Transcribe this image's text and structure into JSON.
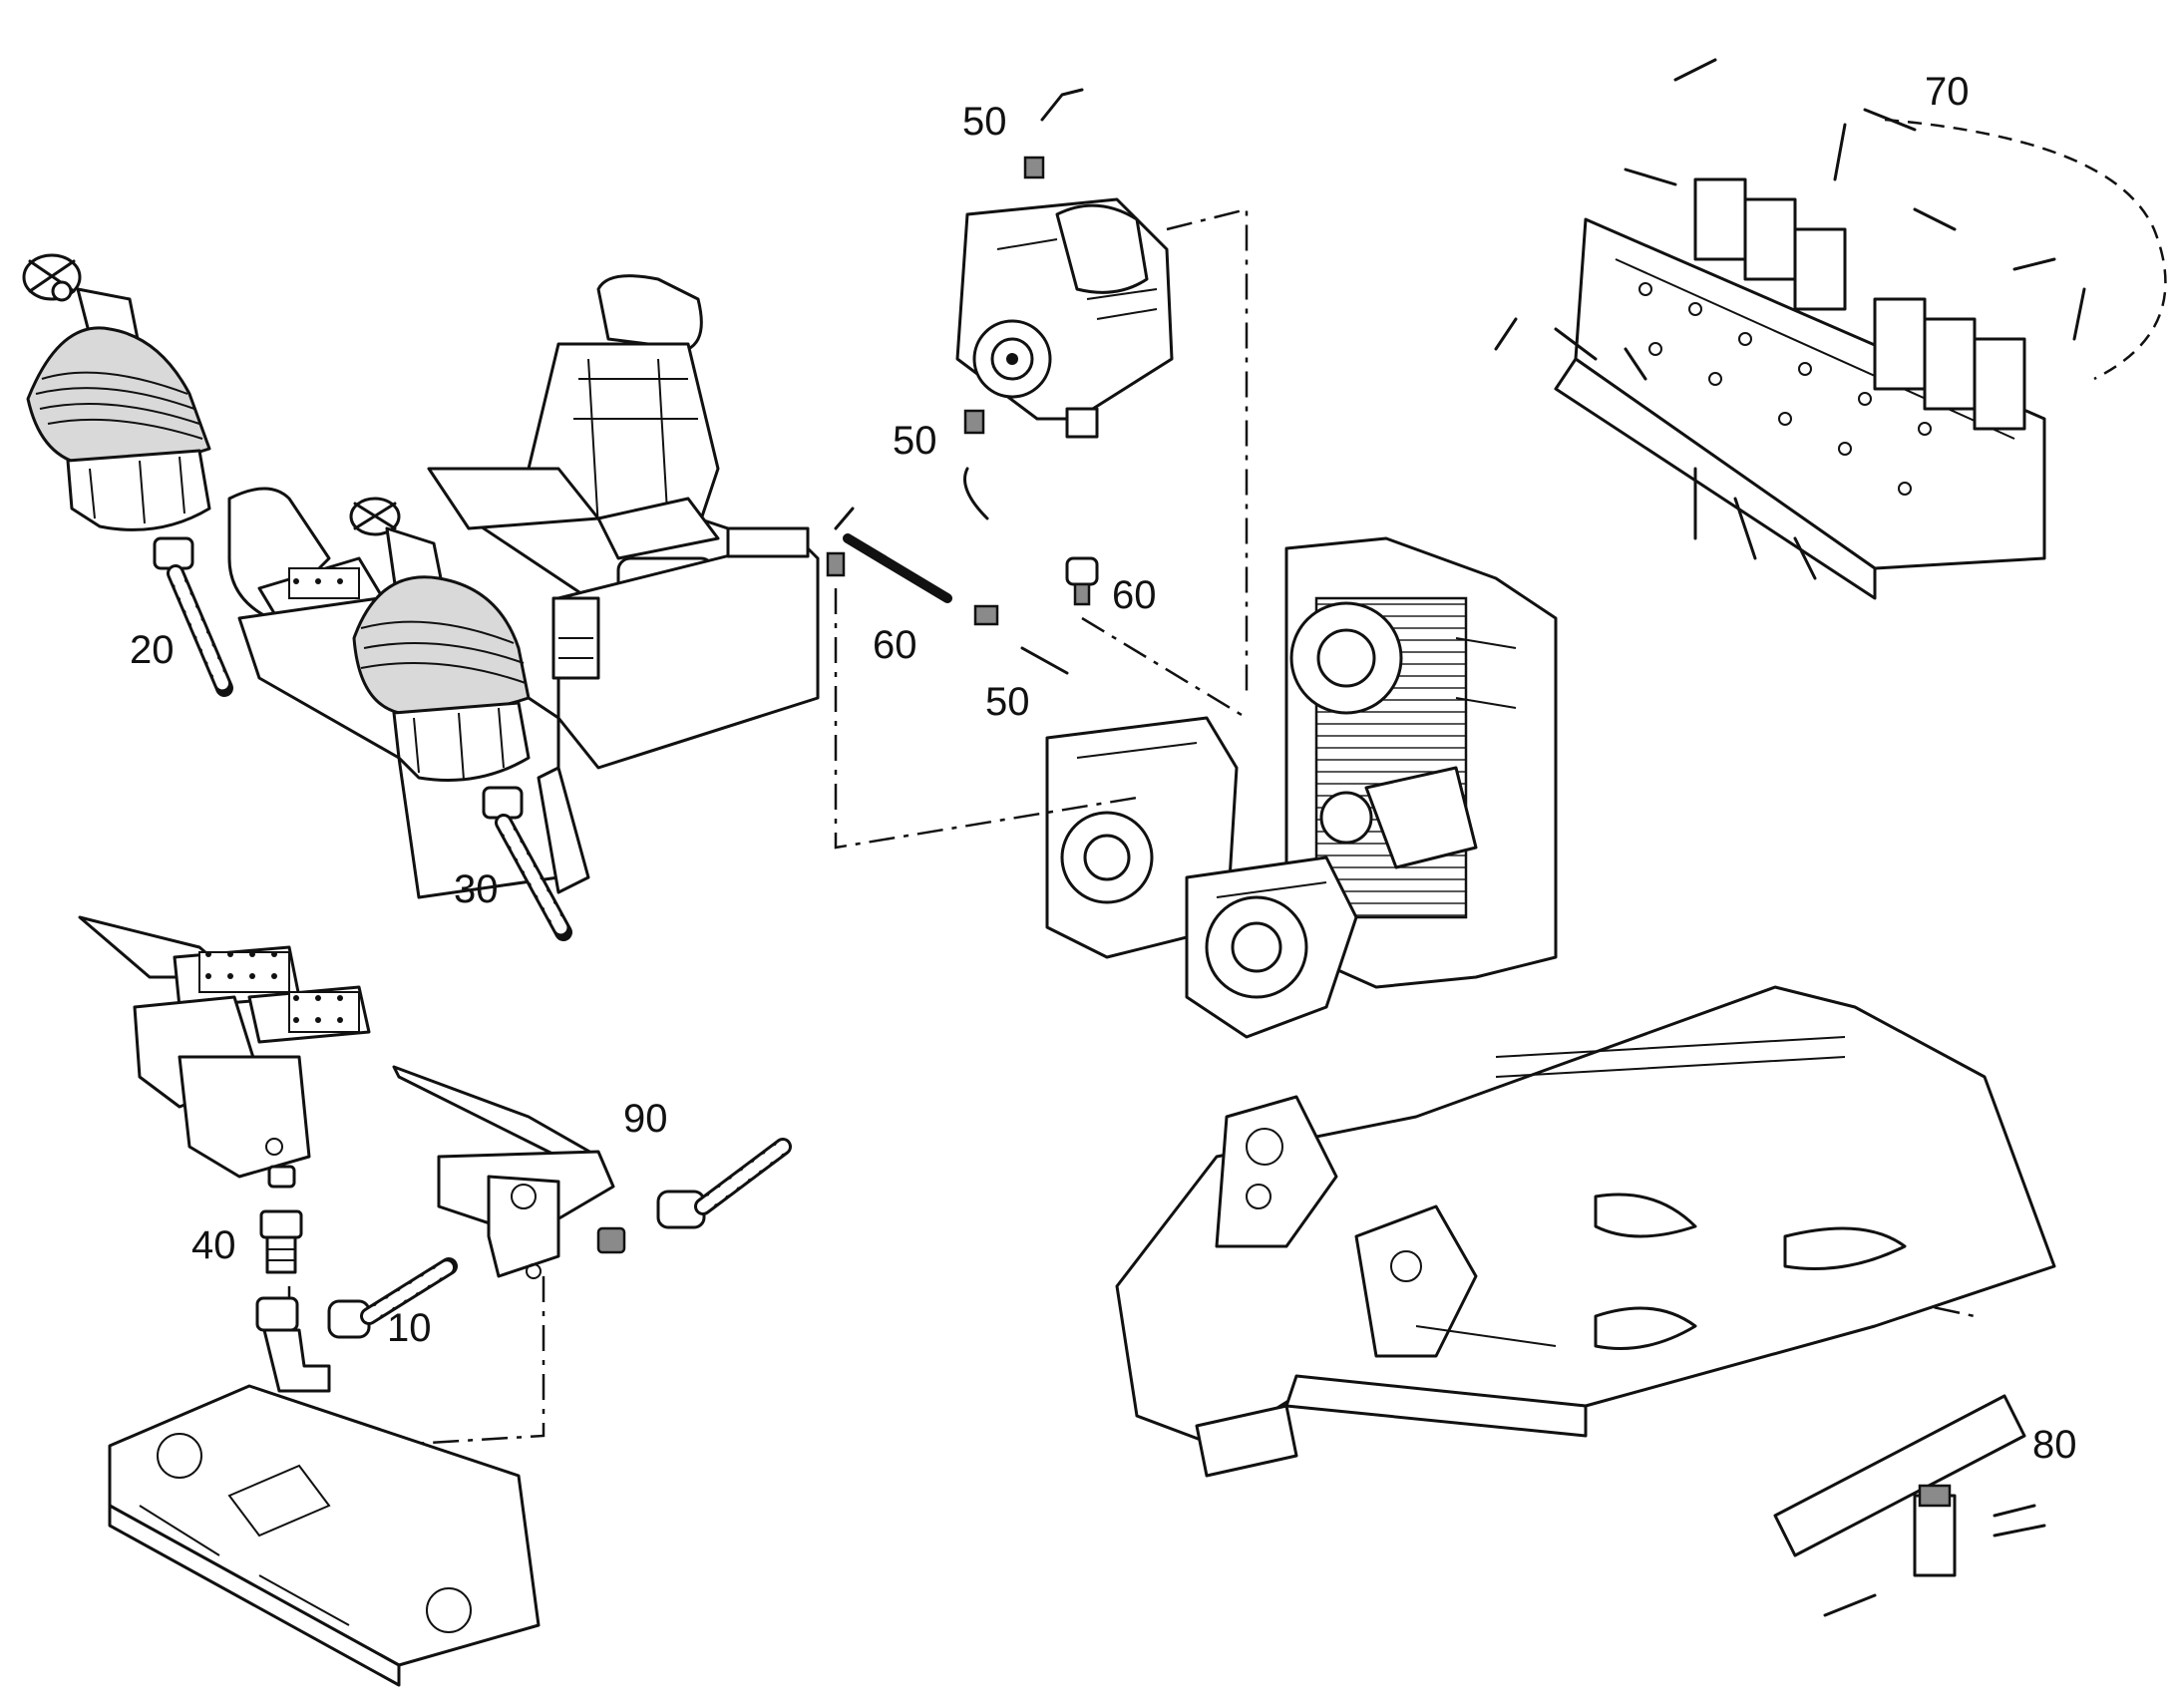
{
  "diagram": {
    "callouts": [
      {
        "id": "c10",
        "label": "10"
      },
      {
        "id": "c20",
        "label": "20"
      },
      {
        "id": "c30",
        "label": "30"
      },
      {
        "id": "c40",
        "label": "40"
      },
      {
        "id": "c50a",
        "label": "50"
      },
      {
        "id": "c50b",
        "label": "50"
      },
      {
        "id": "c50c",
        "label": "50"
      },
      {
        "id": "c60a",
        "label": "60"
      },
      {
        "id": "c60b",
        "label": "60"
      },
      {
        "id": "c70",
        "label": "70"
      },
      {
        "id": "c80",
        "label": "80"
      },
      {
        "id": "c90",
        "label": "90"
      }
    ]
  }
}
